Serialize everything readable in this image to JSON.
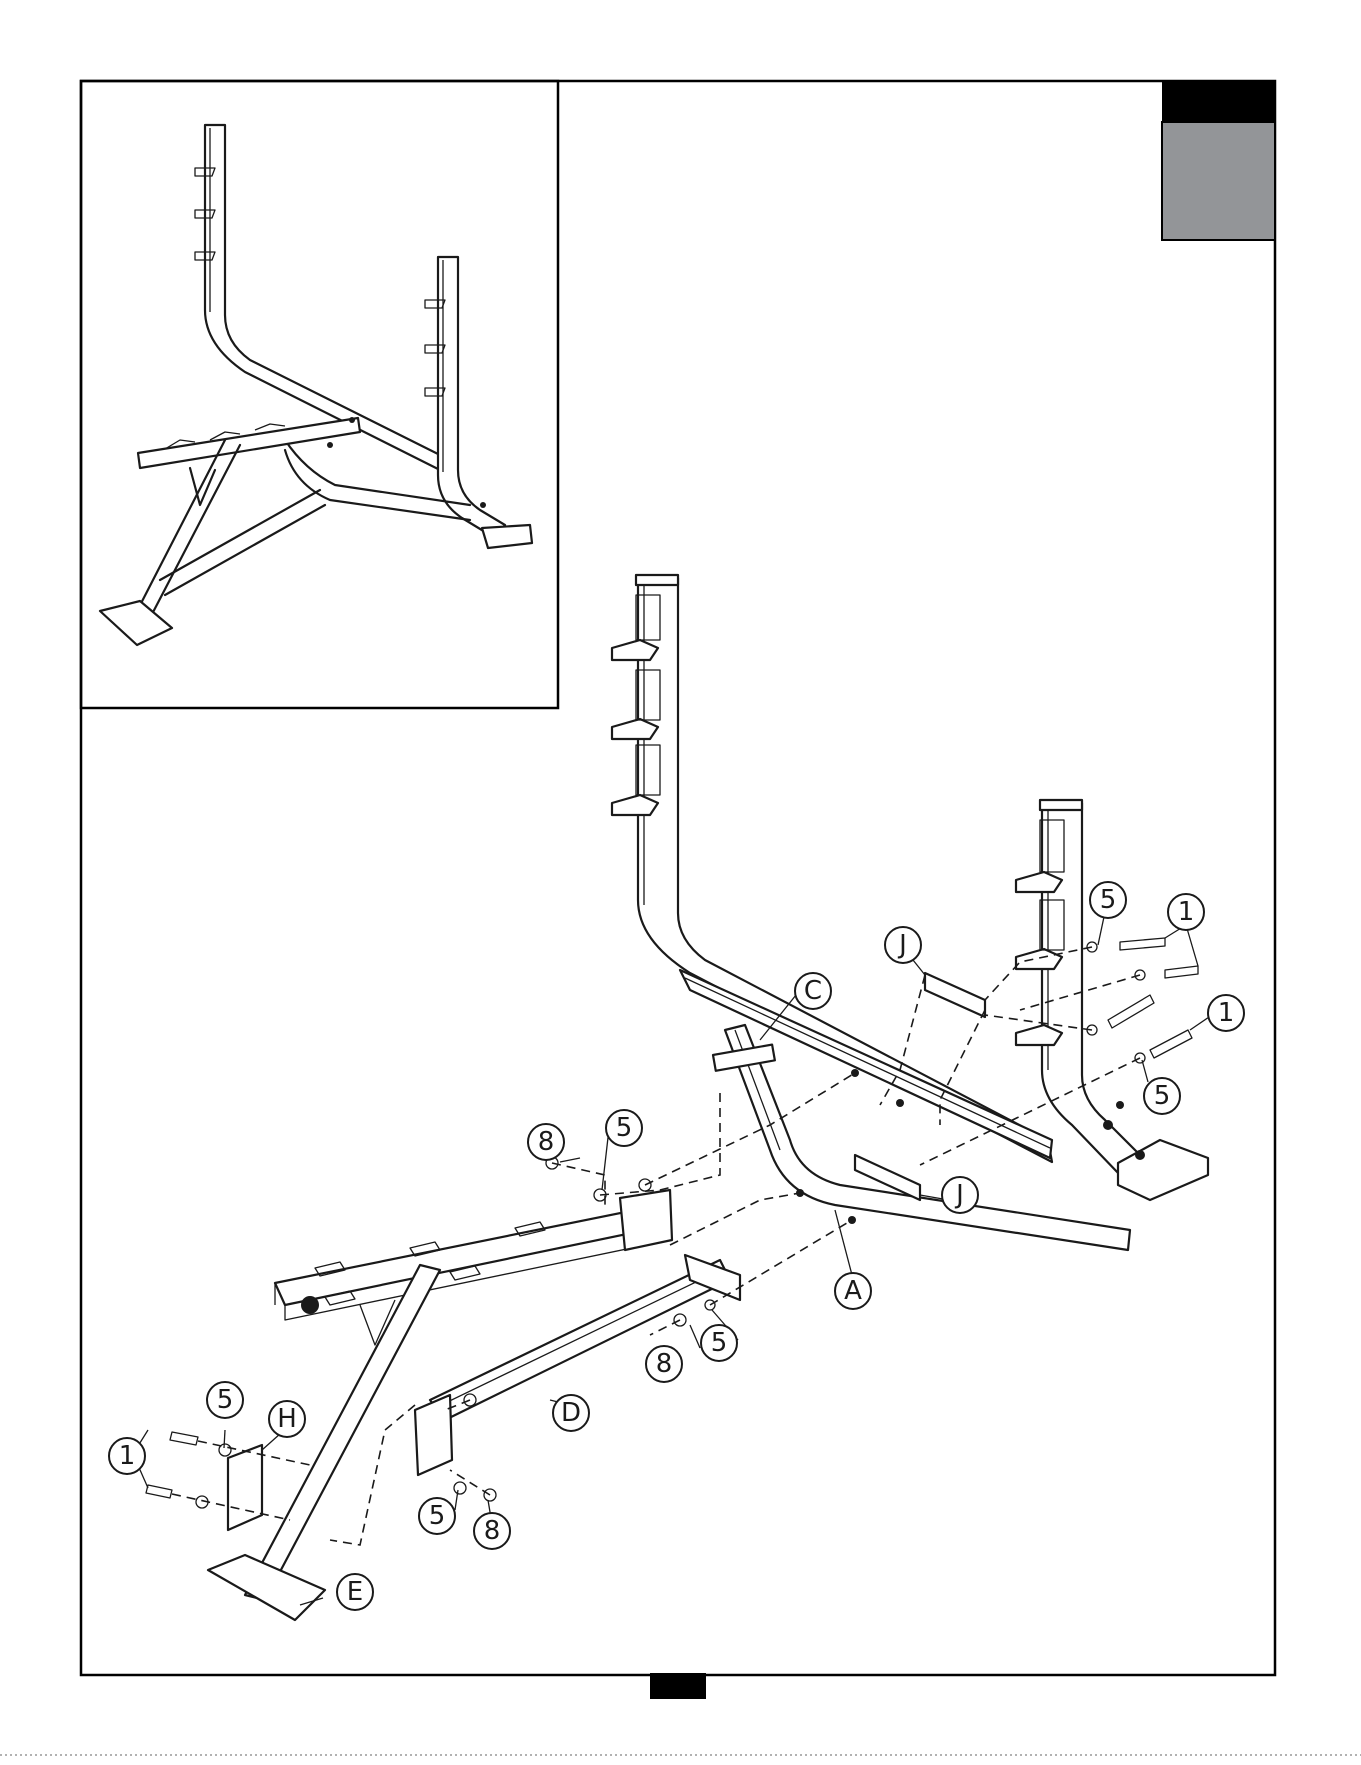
{
  "callouts": [
    {
      "id": "callout-1-a",
      "label": "1"
    },
    {
      "id": "callout-1-b",
      "label": "1"
    },
    {
      "id": "callout-1-c",
      "label": "1"
    },
    {
      "id": "callout-5-a",
      "label": "5"
    },
    {
      "id": "callout-5-b",
      "label": "5"
    },
    {
      "id": "callout-5-c",
      "label": "5"
    },
    {
      "id": "callout-5-d",
      "label": "5"
    },
    {
      "id": "callout-5-e",
      "label": "5"
    },
    {
      "id": "callout-8-a",
      "label": "8"
    },
    {
      "id": "callout-8-b",
      "label": "8"
    },
    {
      "id": "callout-8-c",
      "label": "8"
    },
    {
      "id": "callout-A",
      "label": "A"
    },
    {
      "id": "callout-C",
      "label": "C"
    },
    {
      "id": "callout-D",
      "label": "D"
    },
    {
      "id": "callout-E",
      "label": "E"
    },
    {
      "id": "callout-H",
      "label": "H"
    },
    {
      "id": "callout-J-a",
      "label": "J"
    },
    {
      "id": "callout-J-b",
      "label": "J"
    }
  ],
  "colors": {
    "line": "#1a1a1a",
    "tab_black": "#000000",
    "tab_gray": "#939598",
    "footer_bar": "#000000"
  }
}
